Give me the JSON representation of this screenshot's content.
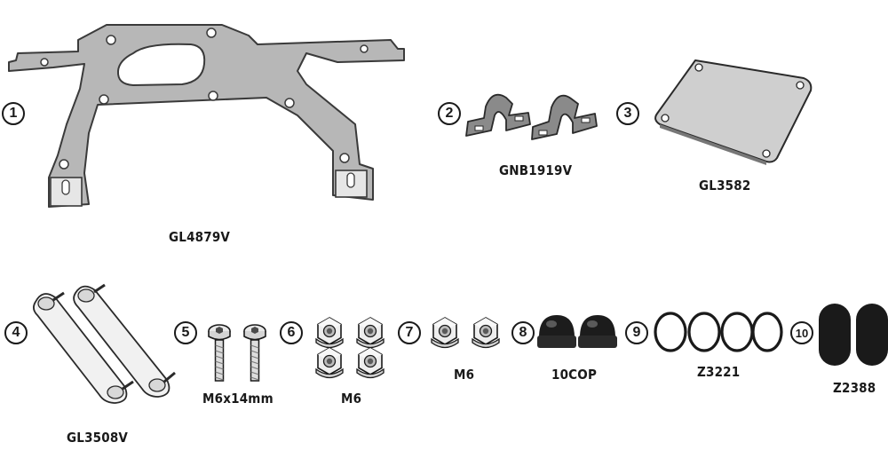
{
  "parts": [
    {
      "number": "1",
      "code": "GL4879V",
      "icon": "mounting-plate-icon"
    },
    {
      "number": "2",
      "code": "GNB1919V",
      "icon": "u-clamp-bracket-icon"
    },
    {
      "number": "3",
      "code": "GL3582",
      "icon": "flat-plate-icon"
    },
    {
      "number": "4",
      "code": "GL3508V",
      "icon": "spacer-bar-icon"
    },
    {
      "number": "5",
      "code": "M6x14mm",
      "icon": "screw-icon"
    },
    {
      "number": "6",
      "code": "M6",
      "icon": "flange-nut-icon"
    },
    {
      "number": "7",
      "code": "M6",
      "icon": "flange-nut-icon"
    },
    {
      "number": "8",
      "code": "10COP",
      "icon": "cap-nut-cover-icon"
    },
    {
      "number": "9",
      "code": "Z3221",
      "icon": "o-ring-icon"
    },
    {
      "number": "10",
      "code": "Z2388",
      "icon": "rubber-pad-icon"
    }
  ]
}
